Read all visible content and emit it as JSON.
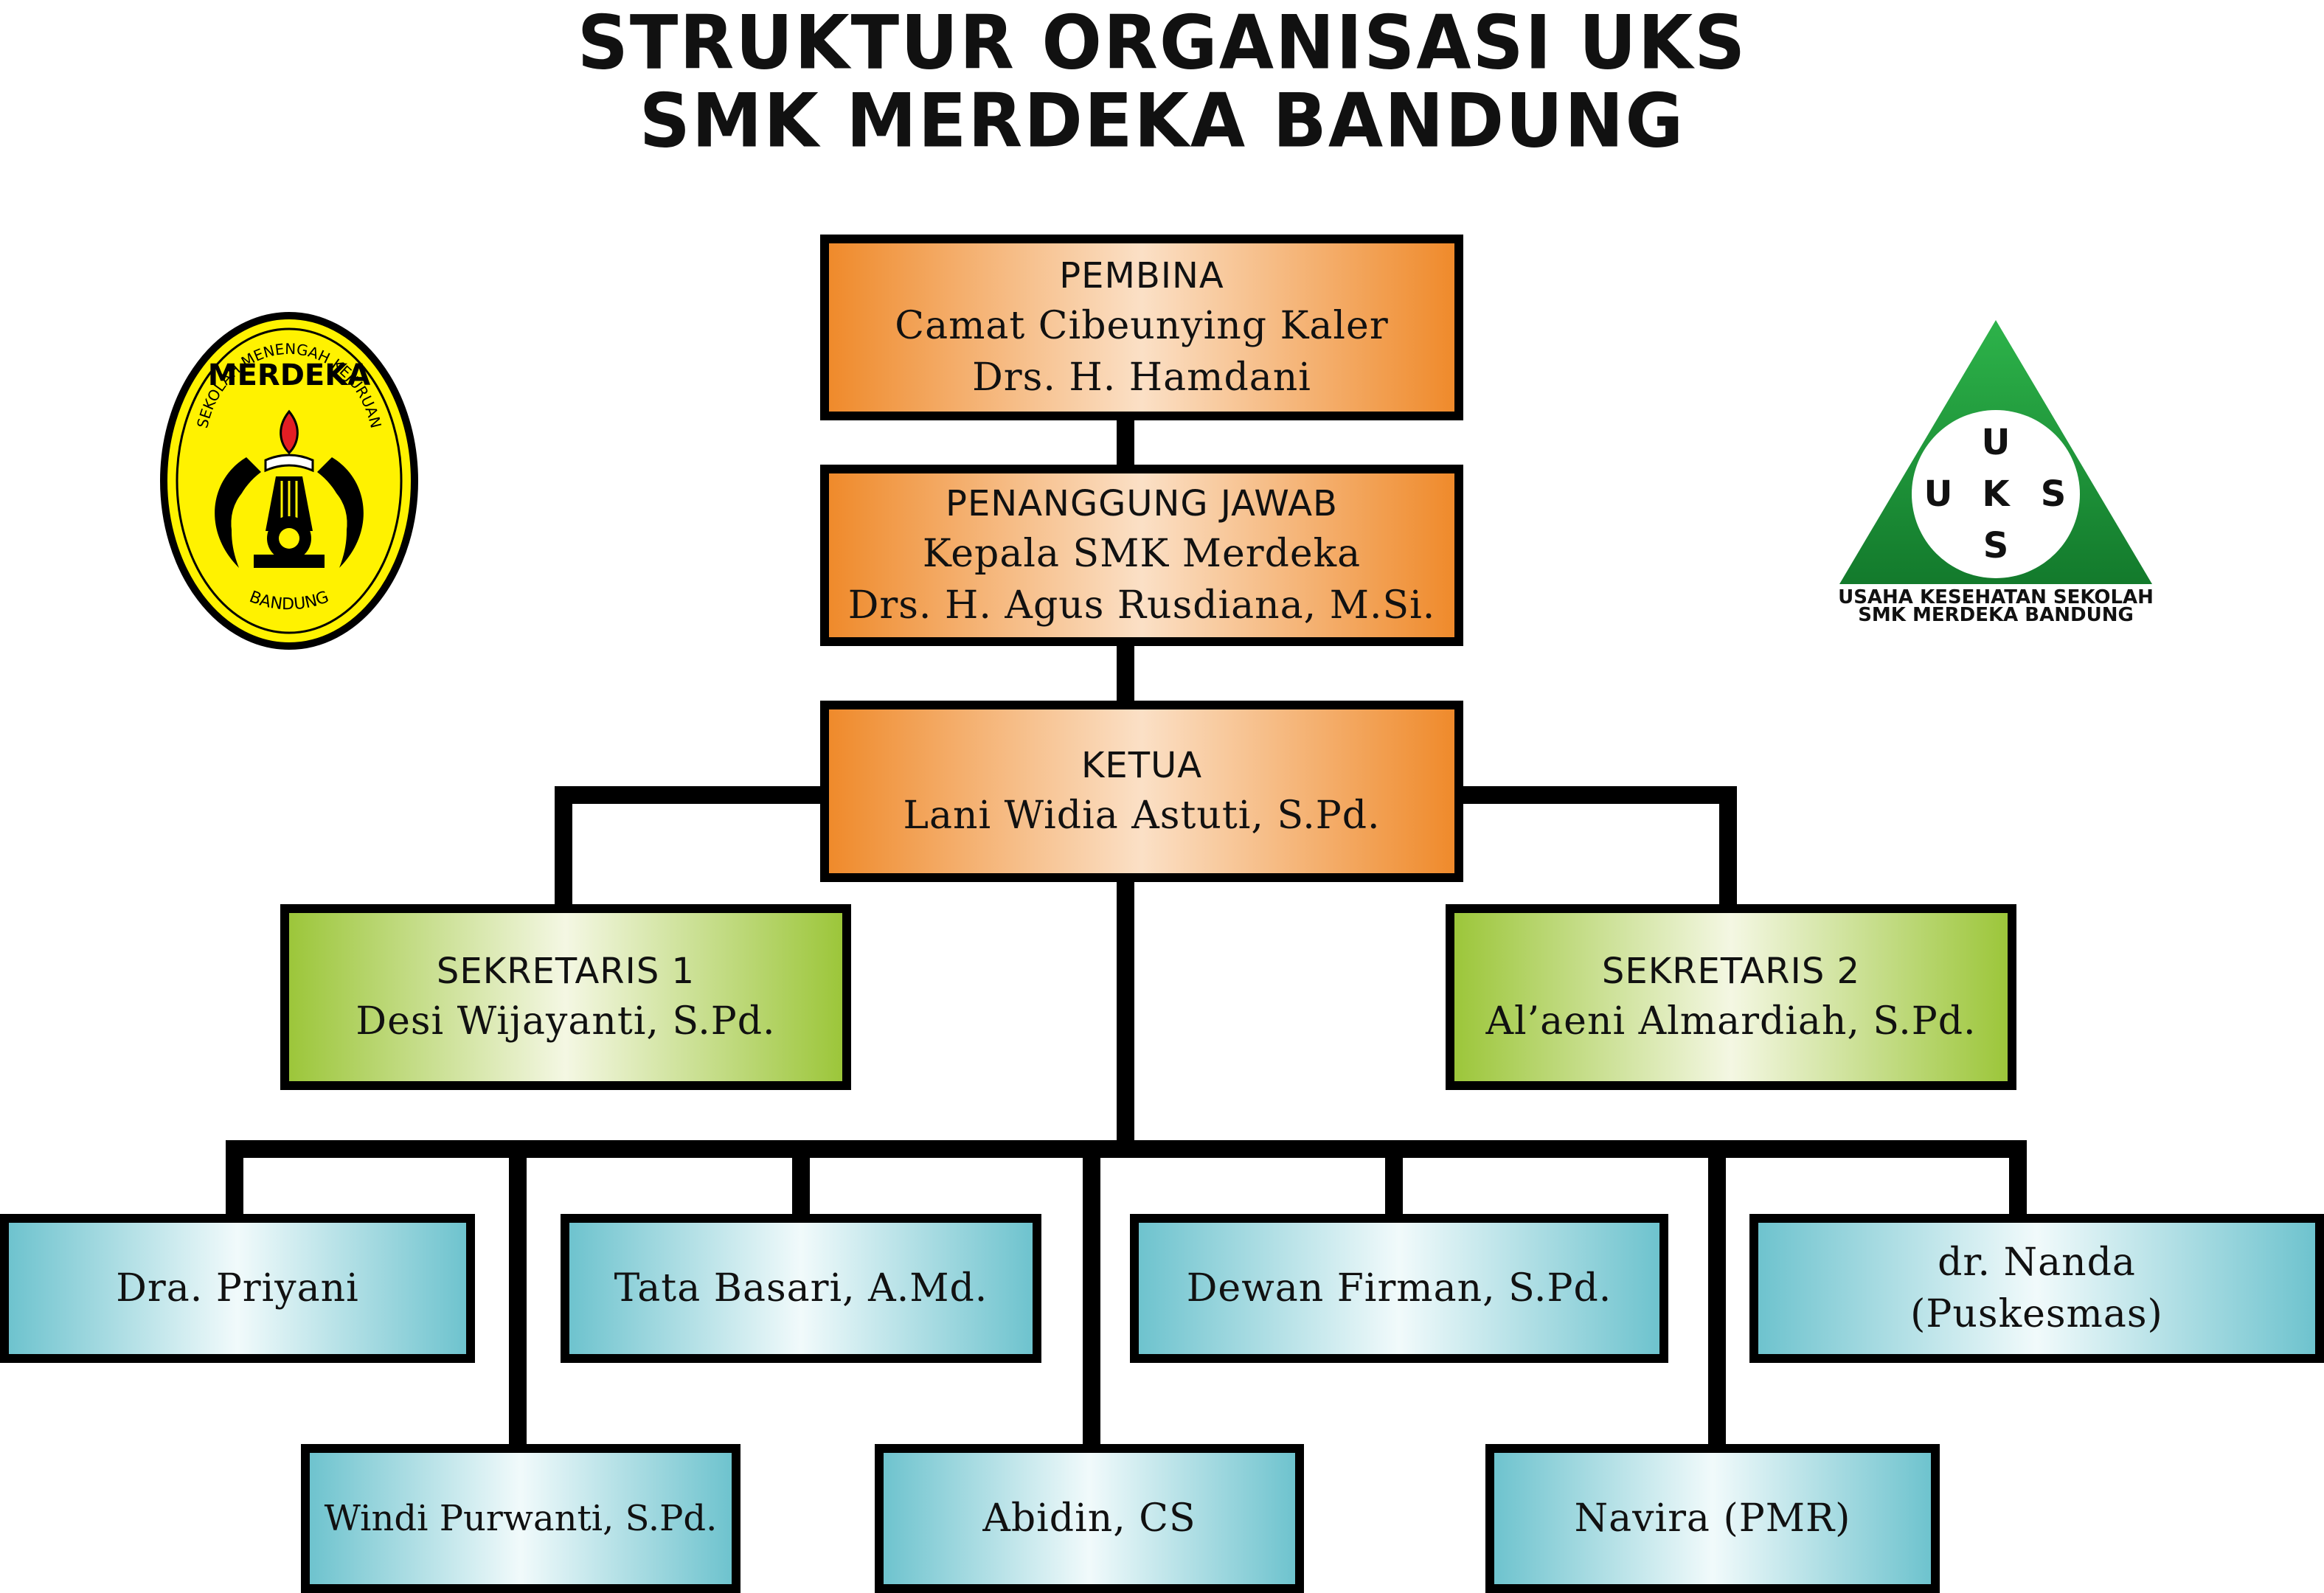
{
  "title": {
    "line1": "STRUKTUR ORGANISASI UKS",
    "line2": "SMK MERDEKA BANDUNG"
  },
  "pembina": {
    "role": "PEMBINA",
    "line1": "Camat Cibeunying Kaler",
    "line2": "Drs. H. Hamdani"
  },
  "penanggung_jawab": {
    "role": "PENANGGUNG JAWAB",
    "line1": "Kepala SMK Merdeka",
    "line2": "Drs. H. Agus Rusdiana, M.Si."
  },
  "ketua": {
    "role": "KETUA",
    "name": "Lani Widia Astuti, S.Pd."
  },
  "sekretaris1": {
    "role": "SEKRETARIS 1",
    "name": "Desi Wijayanti, S.Pd."
  },
  "sekretaris2": {
    "role": "SEKRETARIS 2",
    "name": "Al’aeni Almardiah, S.Pd."
  },
  "members": {
    "priyani": "Dra. Priyani",
    "tata": "Tata Basari, A.Md.",
    "dewan": "Dewan Firman, S.Pd.",
    "nanda_line1": "dr. Nanda",
    "nanda_line2": "(Puskesmas)",
    "windi": "Windi Purwanti, S.Pd.",
    "abidin": "Abidin, CS",
    "navira": "Navira (PMR)"
  },
  "logo_left": {
    "arc_text": "SEKOLAH MENENGAH KEJURUAN",
    "name": "MERDEKA",
    "city": "BANDUNG"
  },
  "logo_right": {
    "letter_top": "U",
    "letter_left": "U",
    "letter_mid": "K",
    "letter_right": "S",
    "letter_bottom": "S",
    "caption1": "USAHA KESEHATAN SEKOLAH",
    "caption2": "SMK MERDEKA BANDUNG"
  },
  "colors": {
    "top_boxes": "#ef8a2b",
    "secretary_boxes": "#9cc63a",
    "member_boxes": "#6ec3ce",
    "logo_left_fill": "#fff200",
    "logo_right_fill": "#1e9a3c"
  }
}
